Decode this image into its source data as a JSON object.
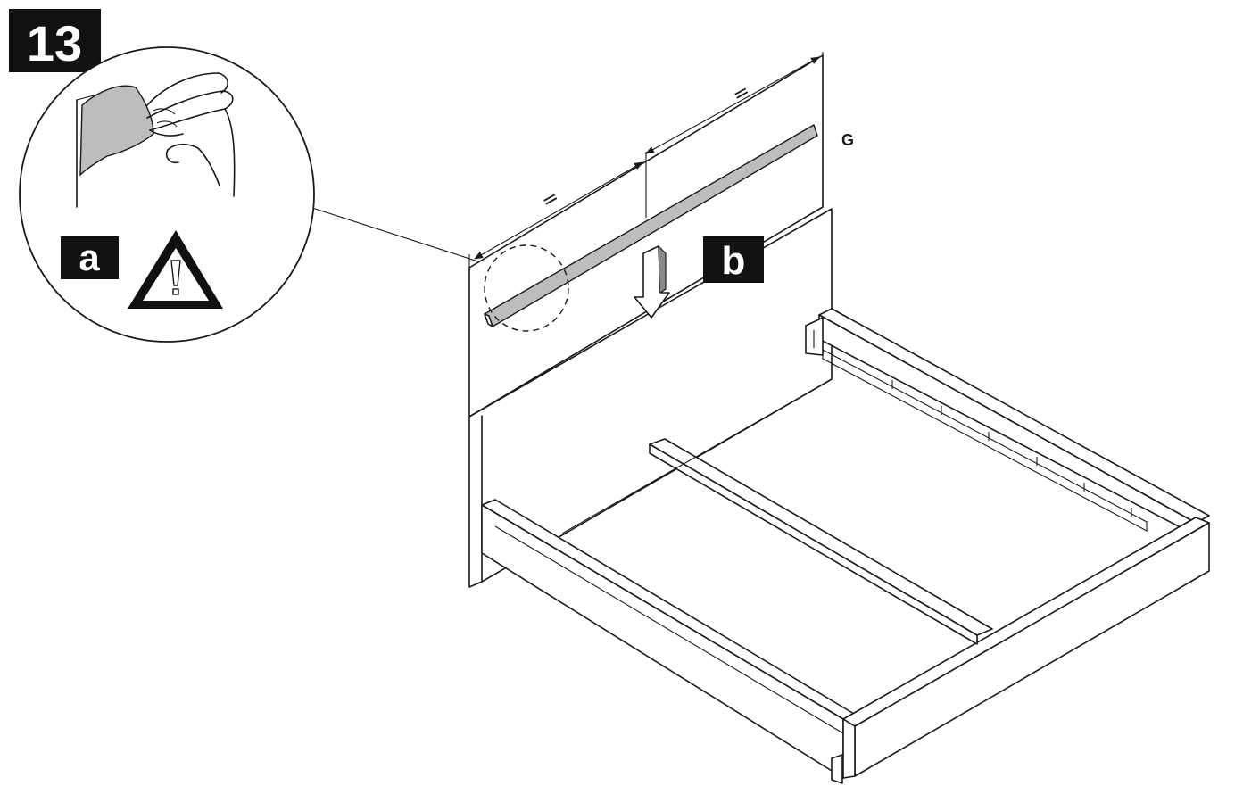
{
  "step": {
    "number": "13"
  },
  "detail": {
    "label": "a",
    "warning_icon": "warning-triangle-icon"
  },
  "callout": {
    "label": "b"
  },
  "part": {
    "label": "G"
  },
  "dimensions": {
    "equal_mark": "="
  },
  "colors": {
    "ink": "#1a1a1a",
    "badge": "#111111",
    "adhesive": "#bdbdbd",
    "background": "#ffffff"
  }
}
